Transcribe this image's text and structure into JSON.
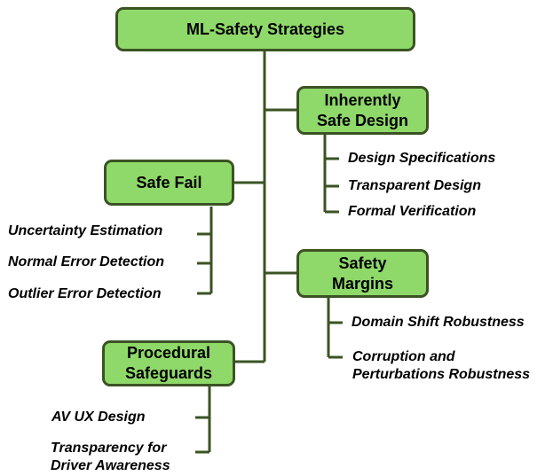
{
  "root": {
    "label": "ML-Safety Strategies"
  },
  "categories": {
    "inherently_safe": {
      "label_1": "Inherently",
      "label_2": "Safe Design",
      "items": [
        "Design Specifications",
        "Transparent Design",
        "Formal Verification"
      ]
    },
    "safe_fail": {
      "label": "Safe Fail",
      "items": [
        "Uncertainty Estimation",
        "Normal Error Detection",
        "Outlier Error Detection"
      ]
    },
    "safety_margins": {
      "label_1": "Safety",
      "label_2": "Margins",
      "items": [
        "Domain Shift Robustness",
        "Corruption and",
        "Perturbations Robustness"
      ]
    },
    "procedural": {
      "label_1": "Procedural",
      "label_2": "Safeguards",
      "items": [
        "AV UX Design",
        "Transparency for",
        "Driver Awareness"
      ]
    }
  },
  "colors": {
    "box_fill": "#8fd86a",
    "border": "#3b5323",
    "connector": "#3b5323"
  }
}
